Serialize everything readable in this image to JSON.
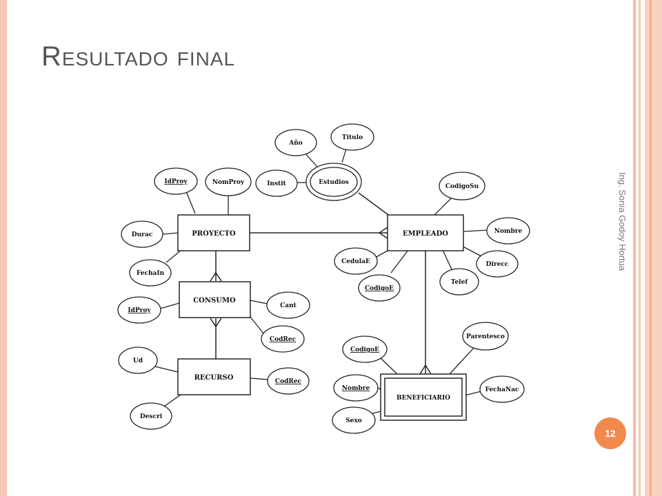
{
  "slide": {
    "title": "Resultado final",
    "side_credit": "Ing. Sonia Godoy Hortua",
    "page_number": "12"
  },
  "diagram": {
    "entities": {
      "proyecto": "PROYECTO",
      "empleado": "EMPLEADO",
      "consumo": "CONSUMO",
      "recurso": "RECURSO",
      "beneficiario": "BENEFICIARIO"
    },
    "attributes": {
      "anio": "Año",
      "titulo": "Titulo",
      "instit": "Instit",
      "estudios": "Estudios",
      "idproy_1": "IdProy",
      "nomproy": "NomProy",
      "durac": "Durac",
      "fechain": "FechaIn",
      "codigosu": "CodigoSu",
      "nombre_emp": "Nombre",
      "direcc": "Direcc",
      "telef": "Telef",
      "cedulae": "CedulaE",
      "codigoe_emp": "CodigoE",
      "idproy_2": "IdProy",
      "cant": "Cant",
      "codrec_1": "CodRec",
      "ud": "Ud",
      "codrec_2": "CodRec",
      "descri": "Descri",
      "codigoe_ben": "CodigoE",
      "nombre_ben": "Nombre",
      "sexo": "Sexo",
      "parentesco": "Parentesco",
      "fechanac": "FechaNac"
    }
  }
}
